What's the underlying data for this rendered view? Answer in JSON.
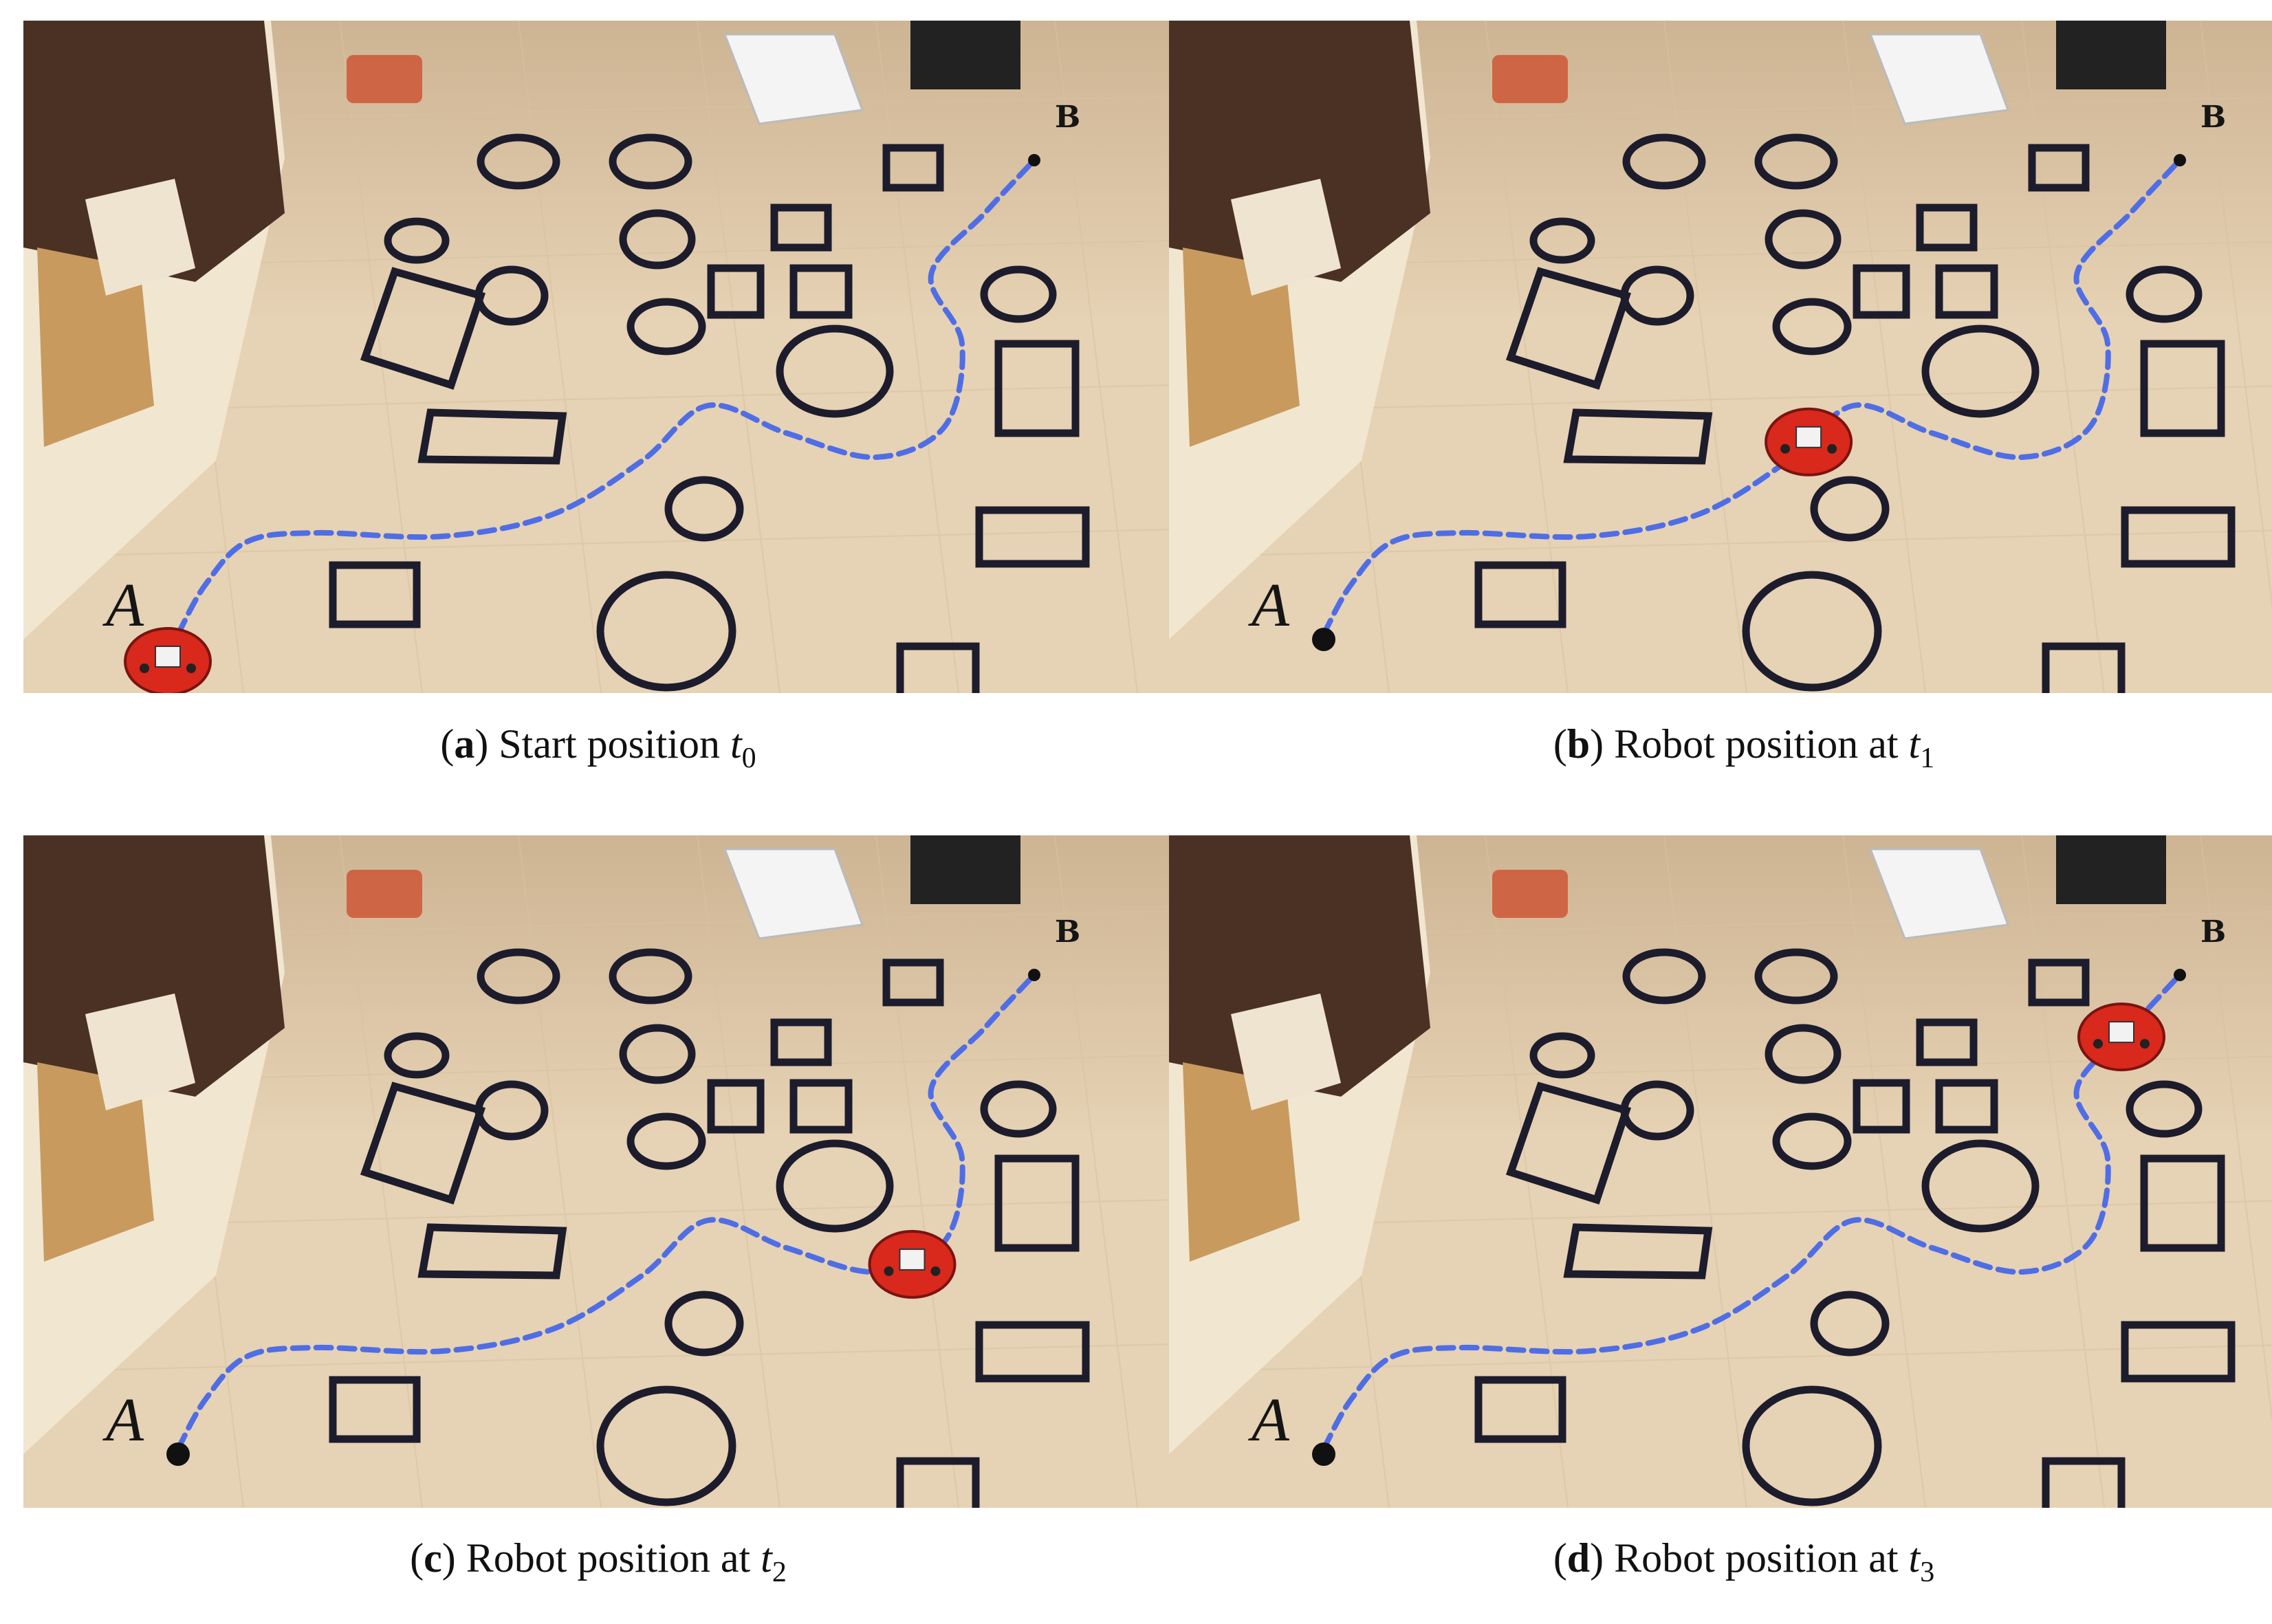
{
  "figure": {
    "panels": [
      {
        "id": "a",
        "letter": "a",
        "caption": "Start position",
        "time_symbol": "t",
        "time_index": "0",
        "robot_progress": 0.0,
        "label_start": "A",
        "label_goal": "B"
      },
      {
        "id": "b",
        "letter": "b",
        "caption": "Robot position at",
        "time_symbol": "t",
        "time_index": "1",
        "robot_progress": 0.47,
        "label_start": "A",
        "label_goal": "B"
      },
      {
        "id": "c",
        "letter": "c",
        "caption": "Robot position at",
        "time_symbol": "t",
        "time_index": "2",
        "robot_progress": 0.7,
        "label_start": "A",
        "label_goal": "B"
      },
      {
        "id": "d",
        "letter": "d",
        "caption": "Robot position at",
        "time_symbol": "t",
        "time_index": "3",
        "robot_progress": 0.93,
        "label_start": "A",
        "label_goal": "B"
      }
    ],
    "colors": {
      "floor": "#e6d2b4",
      "floor_shadow": "#cdb493",
      "markers": "#1c1c2c",
      "path": "#4f6ee6",
      "robot": "#d9281c",
      "cabinet": "#4a3124",
      "wall": "#f1e6d0",
      "box": "#c89a5e"
    }
  }
}
